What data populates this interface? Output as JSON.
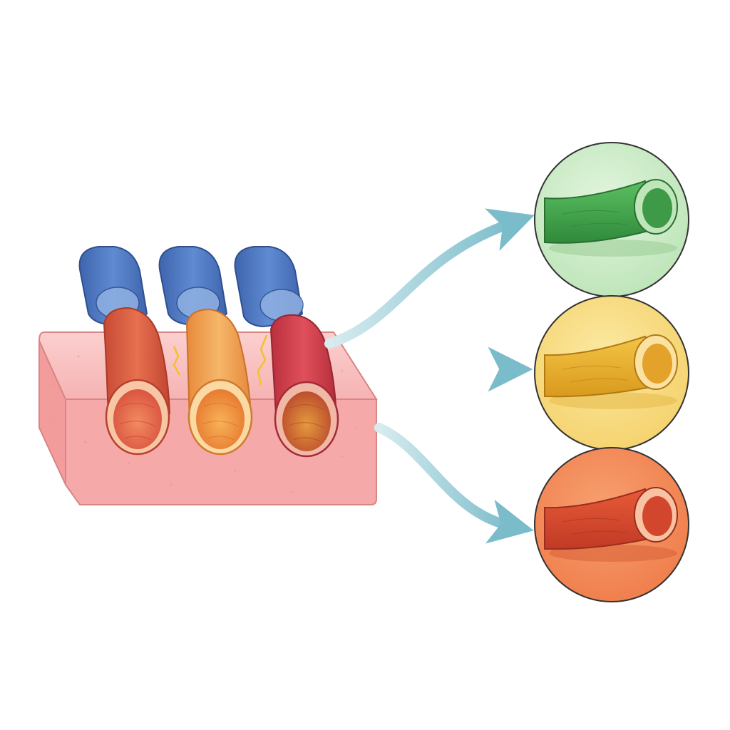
{
  "colors": {
    "background": "#ffffff",
    "tissue_block": "#f6b3b3",
    "tissue_block_side": "#f09c9c",
    "vessel_outer_blue": "#4f79c4",
    "vessel_1": "#e0553f",
    "vessel_2": "#f0a050",
    "vessel_3": "#d63f4a",
    "arrow": "#7bbccb",
    "outcome_green": "#c7e9c3",
    "outcome_yellow": "#f7dc7a",
    "outcome_orange": "#f28a5a",
    "tube_green": "#3f9a48",
    "tube_yellow": "#e0a82a",
    "tube_red": "#d0442e"
  },
  "elements": {
    "tissue_block": "tissue-block",
    "vessels": [
      "vessel-red",
      "vessel-orange",
      "vessel-crimson"
    ],
    "arrows": [
      "arrow-upper",
      "arrow-middle",
      "arrow-lower"
    ],
    "outcomes": [
      "outcome-green",
      "outcome-yellow",
      "outcome-orange"
    ]
  }
}
